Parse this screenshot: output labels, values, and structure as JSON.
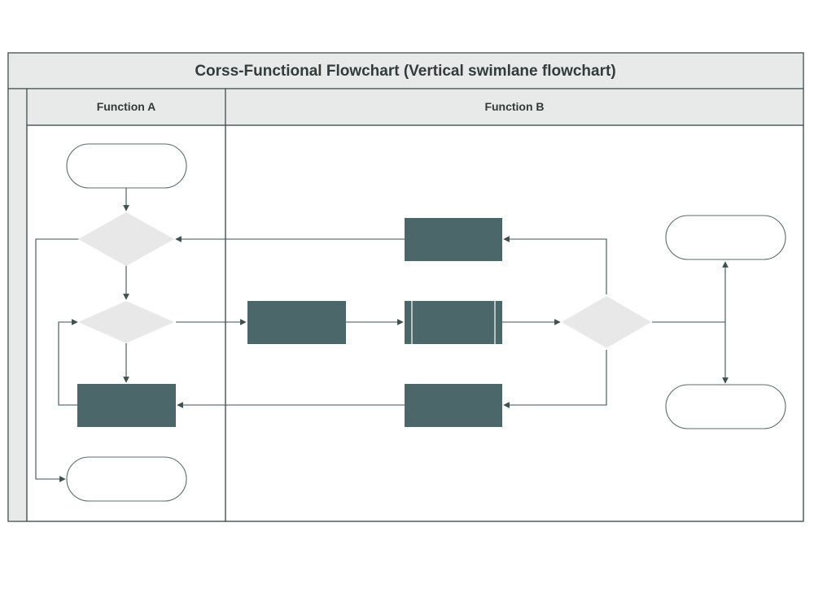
{
  "title": "Corss-Functional Flowchart (Vertical swimlane flowchart)",
  "lanes": [
    {
      "label": "Function A"
    },
    {
      "label": "Function B"
    }
  ],
  "colors": {
    "border": "#3f4d4d",
    "header_fill": "#e8e9e9",
    "process_fill": "#4b6769",
    "decision_fill": "#e8e8e8",
    "terminator_stroke": "#5b6b6b",
    "connector": "#3f5050",
    "background": "#ffffff"
  },
  "shapes": {
    "terminators": [
      "start",
      "end-a",
      "end-b-top",
      "end-b-bottom"
    ],
    "decisions": [
      "decision-1",
      "decision-2",
      "decision-3"
    ],
    "processes": [
      "process-a",
      "process-b-mid",
      "process-b-top",
      "process-b-bottom"
    ],
    "predefined_processes": [
      "predefined-process-b"
    ]
  }
}
